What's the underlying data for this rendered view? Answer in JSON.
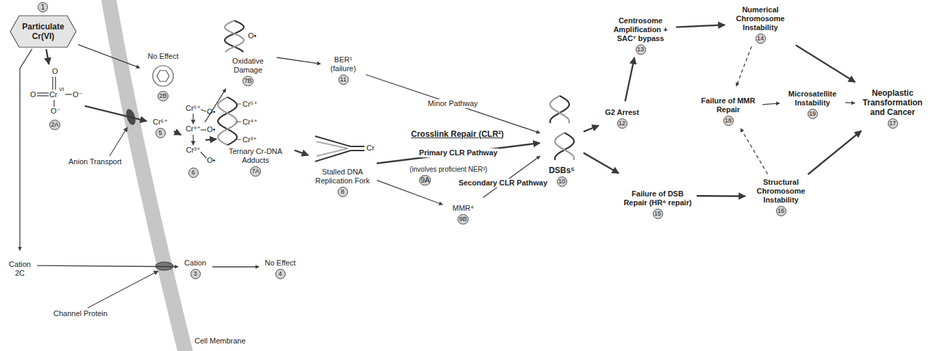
{
  "diagram": {
    "nodes": [
      {
        "text": [
          "Particulate Cr(VI)"
        ]
      },
      {
        "text": [
          "2A"
        ]
      },
      {
        "text": [
          "No Effect",
          "2B"
        ]
      },
      {
        "text": [
          "Cation",
          "2C"
        ]
      },
      {
        "text": [
          "Cation",
          "3"
        ]
      },
      {
        "text": [
          "No Effect",
          "4"
        ]
      },
      {
        "text": [
          "Cr⁶⁺",
          "5"
        ]
      },
      {
        "text": [
          "Cr⁵⁺",
          "Cr⁴⁺",
          "Cr³⁺",
          "6"
        ]
      },
      {
        "text": [
          "Oxidative Damage",
          "7B"
        ]
      },
      {
        "text": [
          "Ternary Cr-DNA Adducts",
          "7A"
        ]
      },
      {
        "text": [
          "Stalled DNA Replication Fork",
          "8"
        ]
      },
      {
        "text": [
          "BER¹ (failure)",
          "11"
        ]
      },
      {
        "text": [
          "MMR⁴",
          "9B"
        ]
      },
      {
        "text": [
          "DSBs⁵",
          "10"
        ]
      },
      {
        "text": [
          "G2 Arrest",
          "12"
        ]
      },
      {
        "text": [
          "Centrosome Amplification + SAC⁷ bypass",
          "13"
        ]
      },
      {
        "text": [
          "Numerical Chromosome Instability",
          "14"
        ]
      },
      {
        "text": [
          "Failure of MMR Repair",
          "18"
        ]
      },
      {
        "text": [
          "Microsatellite Instability",
          "19"
        ]
      },
      {
        "text": [
          "Failure of DSB Repair (HR⁶ repair)",
          "15"
        ]
      },
      {
        "text": [
          "Structural Chromosome Instability",
          "16"
        ]
      },
      {
        "text": [
          "Neoplastic Transformation and Cancer",
          "17"
        ]
      }
    ],
    "edges": [
      {
        "from": 0,
        "to": 1,
        "arrow": "to"
      },
      {
        "from": 0,
        "to": 2,
        "arrow": "to"
      },
      {
        "from": 0,
        "to": 3,
        "arrow": "to"
      },
      {
        "from": 1,
        "to": 6,
        "arrow": "to"
      },
      {
        "from": 3,
        "to": 4,
        "arrow": "to"
      },
      {
        "from": 4,
        "to": 5,
        "arrow": "to"
      },
      {
        "from": 6,
        "to": 7,
        "arrow": "to"
      },
      {
        "from": 7,
        "to": 8,
        "arrow": "to"
      },
      {
        "from": 7,
        "to": 9,
        "arrow": "to"
      },
      {
        "from": 8,
        "to": 11,
        "arrow": "to"
      },
      {
        "from": 9,
        "to": 10,
        "arrow": "to"
      },
      {
        "from": 11,
        "to": 13,
        "label": "Minor Pathway",
        "arrow": "to"
      },
      {
        "from": 10,
        "to": 13,
        "label": "Primary CLR Pathway",
        "arrow": "to"
      },
      {
        "from": 10,
        "to": 12,
        "arrow": "to"
      },
      {
        "from": 12,
        "to": 13,
        "label": "Secondary CLR Pathway",
        "arrow": "to"
      },
      {
        "from": 13,
        "to": 14,
        "arrow": "to"
      },
      {
        "from": 13,
        "to": 19,
        "arrow": "to"
      },
      {
        "from": 14,
        "to": 15,
        "arrow": "to"
      },
      {
        "from": 15,
        "to": 16,
        "arrow": "to"
      },
      {
        "from": 16,
        "to": 21,
        "arrow": "to"
      },
      {
        "from": 16,
        "to": 17,
        "arrow": "to"
      },
      {
        "from": 17,
        "to": 18,
        "arrow": "to"
      },
      {
        "from": 18,
        "to": 21,
        "arrow": "to"
      },
      {
        "from": 19,
        "to": 20,
        "arrow": "to"
      },
      {
        "from": 20,
        "to": 21,
        "arrow": "to"
      },
      {
        "from": 20,
        "to": 17,
        "arrow": "to"
      }
    ],
    "labels": [
      "1",
      "Crosslink Repair (CLR²)",
      "(involves proficient NER³)",
      "9A",
      "Anion Transport",
      "Channel Protein",
      "Cell Membrane",
      "O",
      "O",
      "Cr",
      "VI",
      "O⁻",
      "O⁻",
      "O•",
      "O•",
      "O•",
      "O•",
      "Cr⁵⁺",
      "Cr⁴⁺",
      "Cr³⁺",
      "Cr"
    ]
  }
}
